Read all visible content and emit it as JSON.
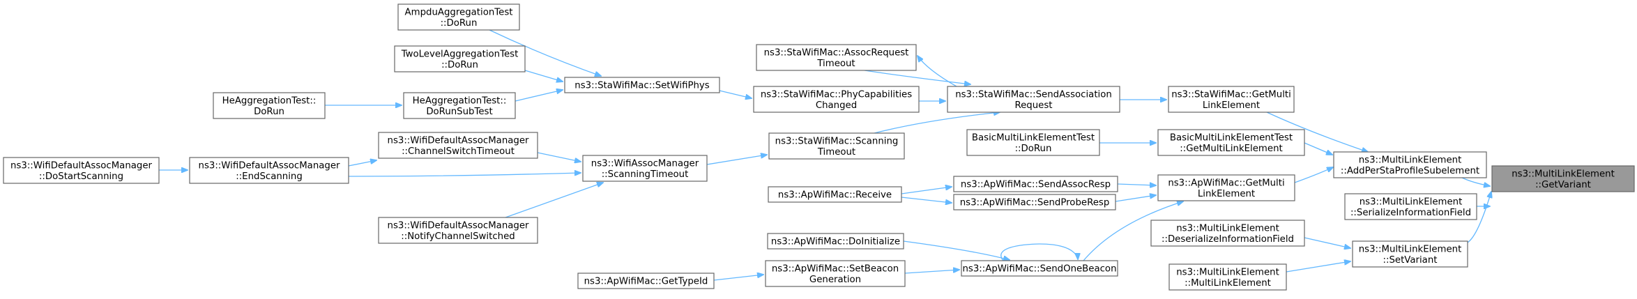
{
  "graph": {
    "edge_color": "#63b8ff",
    "node_border_color": "#666666",
    "focus_fill_color": "#999999",
    "nodes": [
      {
        "id": "n0",
        "lines": [
          "ns3::MultiLinkElement",
          "::GetVariant"
        ],
        "focus": true
      },
      {
        "id": "n1",
        "lines": [
          "ns3::MultiLinkElement",
          "::AddPerStaProfileSubelement"
        ]
      },
      {
        "id": "n2",
        "lines": [
          "ns3::MultiLinkElement",
          "::SerializeInformationField"
        ]
      },
      {
        "id": "n3",
        "lines": [
          "ns3::MultiLinkElement",
          "::SetVariant"
        ]
      },
      {
        "id": "n4",
        "lines": [
          "ns3::StaWifiMac::GetMulti",
          "LinkElement"
        ]
      },
      {
        "id": "n5",
        "lines": [
          "BasicMultiLinkElementTest",
          "::GetMultiLinkElement"
        ]
      },
      {
        "id": "n6",
        "lines": [
          "ns3::ApWifiMac::GetMulti",
          "LinkElement"
        ]
      },
      {
        "id": "n7",
        "lines": [
          "ns3::MultiLinkElement",
          "::DeserializeInformationField"
        ]
      },
      {
        "id": "n8",
        "lines": [
          "ns3::MultiLinkElement",
          "::MultiLinkElement"
        ]
      },
      {
        "id": "n9",
        "lines": [
          "ns3::StaWifiMac::SendAssociation",
          "Request"
        ]
      },
      {
        "id": "n10",
        "lines": [
          "BasicMultiLinkElementTest",
          "::DoRun"
        ]
      },
      {
        "id": "n11",
        "lines": [
          "ns3::ApWifiMac::SendAssocResp"
        ]
      },
      {
        "id": "n12",
        "lines": [
          "ns3::ApWifiMac::SendProbeResp"
        ]
      },
      {
        "id": "n13",
        "lines": [
          "ns3::ApWifiMac::SendOneBeacon"
        ]
      },
      {
        "id": "n14",
        "lines": [
          "ns3::StaWifiMac::AssocRequest",
          "Timeout"
        ]
      },
      {
        "id": "n15",
        "lines": [
          "ns3::StaWifiMac::PhyCapabilities",
          "Changed"
        ]
      },
      {
        "id": "n16",
        "lines": [
          "ns3::StaWifiMac::Scanning",
          "Timeout"
        ]
      },
      {
        "id": "n17",
        "lines": [
          "ns3::ApWifiMac::Receive"
        ]
      },
      {
        "id": "n18",
        "lines": [
          "ns3::ApWifiMac::DoInitialize"
        ]
      },
      {
        "id": "n19",
        "lines": [
          "ns3::ApWifiMac::SetBeacon",
          "Generation"
        ]
      },
      {
        "id": "n20",
        "lines": [
          "ns3::StaWifiMac::SetWifiPhys"
        ]
      },
      {
        "id": "n21",
        "lines": [
          "ns3::WifiAssocManager",
          "::ScanningTimeout"
        ]
      },
      {
        "id": "n22",
        "lines": [
          "ns3::ApWifiMac::GetTypeId"
        ]
      },
      {
        "id": "n23",
        "lines": [
          "AmpduAggregationTest",
          "::DoRun"
        ]
      },
      {
        "id": "n24",
        "lines": [
          "TwoLevelAggregationTest",
          "::DoRun"
        ]
      },
      {
        "id": "n25",
        "lines": [
          "HeAggregationTest::",
          "DoRunSubTest"
        ]
      },
      {
        "id": "n26",
        "lines": [
          "ns3::WifiDefaultAssocManager",
          "::ChannelSwitchTimeout"
        ]
      },
      {
        "id": "n27",
        "lines": [
          "ns3::WifiDefaultAssocManager",
          "::EndScanning"
        ]
      },
      {
        "id": "n28",
        "lines": [
          "ns3::WifiDefaultAssocManager",
          "::NotifyChannelSwitched"
        ]
      },
      {
        "id": "n29",
        "lines": [
          "HeAggregationTest::",
          "DoRun"
        ]
      },
      {
        "id": "n30",
        "lines": [
          "ns3::WifiDefaultAssocManager",
          "::DoStartScanning"
        ]
      }
    ],
    "edges": [
      {
        "from": "n1",
        "to": "n0"
      },
      {
        "from": "n2",
        "to": "n0"
      },
      {
        "from": "n3",
        "to": "n0"
      },
      {
        "from": "n4",
        "to": "n1"
      },
      {
        "from": "n5",
        "to": "n1"
      },
      {
        "from": "n6",
        "to": "n1"
      },
      {
        "from": "n7",
        "to": "n3"
      },
      {
        "from": "n8",
        "to": "n3"
      },
      {
        "from": "n9",
        "to": "n4"
      },
      {
        "from": "n10",
        "to": "n5"
      },
      {
        "from": "n11",
        "to": "n6"
      },
      {
        "from": "n12",
        "to": "n6"
      },
      {
        "from": "n13",
        "to": "n6"
      },
      {
        "from": "n13",
        "to": "n13"
      },
      {
        "from": "n14",
        "to": "n9"
      },
      {
        "from": "n9",
        "to": "n14"
      },
      {
        "from": "n15",
        "to": "n9"
      },
      {
        "from": "n16",
        "to": "n9"
      },
      {
        "from": "n17",
        "to": "n11"
      },
      {
        "from": "n17",
        "to": "n12"
      },
      {
        "from": "n18",
        "to": "n13"
      },
      {
        "from": "n19",
        "to": "n13"
      },
      {
        "from": "n20",
        "to": "n15"
      },
      {
        "from": "n21",
        "to": "n16"
      },
      {
        "from": "n22",
        "to": "n19"
      },
      {
        "from": "n23",
        "to": "n20"
      },
      {
        "from": "n24",
        "to": "n20"
      },
      {
        "from": "n25",
        "to": "n20"
      },
      {
        "from": "n26",
        "to": "n21"
      },
      {
        "from": "n27",
        "to": "n21"
      },
      {
        "from": "n28",
        "to": "n21"
      },
      {
        "from": "n29",
        "to": "n25"
      },
      {
        "from": "n27",
        "to": "n26"
      },
      {
        "from": "n30",
        "to": "n27"
      }
    ]
  }
}
